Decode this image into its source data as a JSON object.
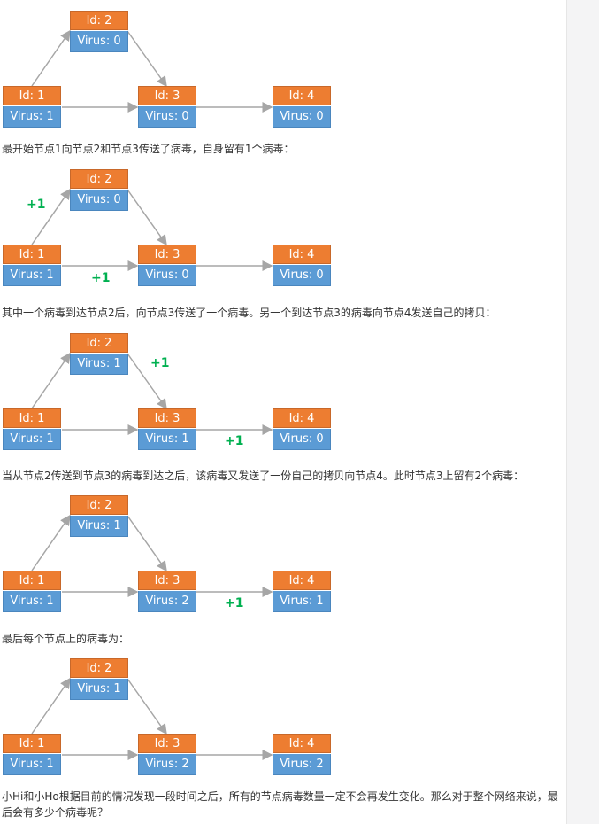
{
  "colors": {
    "id_bg": "#ed7d31",
    "virus_bg": "#5b9bd5",
    "arrow": "#a6a6a6",
    "plus": "#00b050"
  },
  "diagrams": [
    {
      "nodes": [
        {
          "id": "Id: 1",
          "virus": "Virus: 1"
        },
        {
          "id": "Id: 2",
          "virus": "Virus: 0"
        },
        {
          "id": "Id: 3",
          "virus": "Virus: 0"
        },
        {
          "id": "Id: 4",
          "virus": "Virus: 0"
        }
      ],
      "plus_labels": [
        "",
        "",
        ""
      ]
    },
    {
      "nodes": [
        {
          "id": "Id: 1",
          "virus": "Virus: 1"
        },
        {
          "id": "Id: 2",
          "virus": "Virus: 0"
        },
        {
          "id": "Id: 3",
          "virus": "Virus: 0"
        },
        {
          "id": "Id: 4",
          "virus": "Virus: 0"
        }
      ],
      "plus_labels": [
        "+1",
        "+1",
        ""
      ]
    },
    {
      "nodes": [
        {
          "id": "Id: 1",
          "virus": "Virus: 1"
        },
        {
          "id": "Id: 2",
          "virus": "Virus: 1"
        },
        {
          "id": "Id: 3",
          "virus": "Virus: 1"
        },
        {
          "id": "Id: 4",
          "virus": "Virus: 0"
        }
      ],
      "plus_labels": [
        "+1",
        "+1"
      ]
    },
    {
      "nodes": [
        {
          "id": "Id: 1",
          "virus": "Virus: 1"
        },
        {
          "id": "Id: 2",
          "virus": "Virus: 1"
        },
        {
          "id": "Id: 3",
          "virus": "Virus: 2"
        },
        {
          "id": "Id: 4",
          "virus": "Virus: 1"
        }
      ],
      "plus_labels": [
        "+1"
      ]
    },
    {
      "nodes": [
        {
          "id": "Id: 1",
          "virus": "Virus: 1"
        },
        {
          "id": "Id: 2",
          "virus": "Virus: 1"
        },
        {
          "id": "Id: 3",
          "virus": "Virus: 2"
        },
        {
          "id": "Id: 4",
          "virus": "Virus: 2"
        }
      ],
      "plus_labels": []
    }
  ],
  "captions": [
    "最开始节点1向节点2和节点3传送了病毒，自身留有1个病毒：",
    "其中一个病毒到达节点2后，向节点3传送了一个病毒。另一个到达节点3的病毒向节点4发送自己的拷贝：",
    "当从节点2传送到节点3的病毒到达之后，该病毒又发送了一份自己的拷贝向节点4。此时节点3上留有2个病毒：",
    "最后每个节点上的病毒为：",
    "小Hi和小Ho根据目前的情况发现一段时间之后，所有的节点病毒数量一定不会再发生变化。那么对于整个网络来说，最后会有多少个病毒呢？"
  ]
}
